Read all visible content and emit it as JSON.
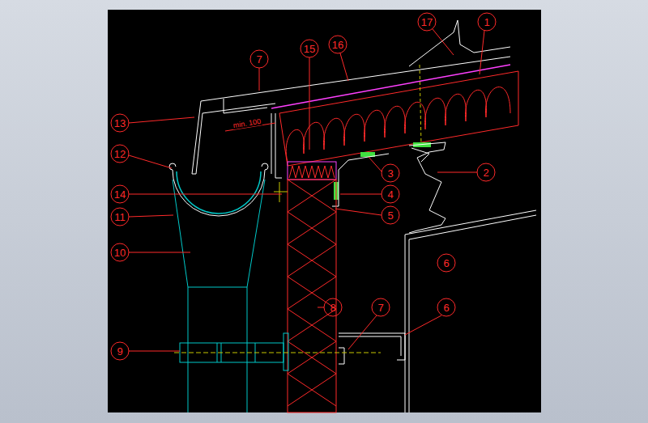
{
  "diagram": {
    "labels": [
      "17",
      "1",
      "7",
      "15",
      "16",
      "13",
      "min. 100",
      "12",
      "3",
      "2",
      "14",
      "4",
      "11",
      "5",
      "10",
      "6",
      "8",
      "7",
      "6",
      "9"
    ]
  }
}
